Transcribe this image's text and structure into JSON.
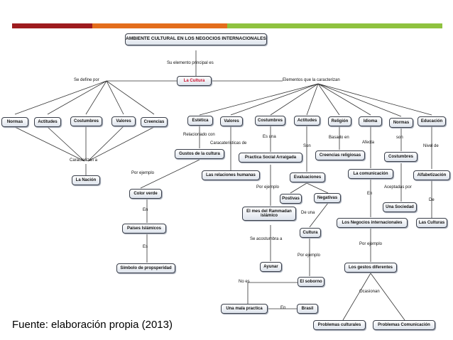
{
  "colors": {
    "bar_red": "#9e1b1e",
    "bar_orange": "#e36d1c",
    "bar_green": "#8fc23f"
  },
  "title": "AMBIENTE CULTURAL EN LOS NEGOCIOS INTERNACIONALES",
  "center": "La Cultura",
  "labels": {
    "principal": "Su elemento principal es",
    "se_define": "Se define por",
    "elementos": "Elementos que la caracterizan",
    "caracterizan": "Caracterizan a",
    "relacionado": "Relacionado con",
    "caracteristicas": "Caracateristicas de",
    "es_una": "Es una",
    "son1": "Son",
    "basado": "Basado en",
    "afecta": "Afecta",
    "son2": "son",
    "nivel": "Nivel de",
    "por_ejemplo1": "Por ejemplo",
    "en1": "En",
    "es1": "Es",
    "por_ejemplo2": "Por ejemplo",
    "de_una": "De una",
    "se_acostumbra": "Se acostumbra a",
    "por_ejemplo3": "Por ejemplo",
    "no_es": "No es",
    "en2": "En",
    "en3": "En",
    "aceptadas": "Aceptadas por",
    "de": "De",
    "por_ejemplo4": "Por ejemplo",
    "ocasionan": "Ocasionan"
  },
  "nodes": {
    "normas1": "Normas",
    "actitudes1": "Actitudes",
    "costumbres1": "Costumbres",
    "valores1": "Valores",
    "creencias": "Creencias",
    "la_nacion": "La Nación",
    "estetica": "Estética",
    "valores2": "Valores",
    "costumbres2": "Costumbres",
    "actitudes2": "Actitudes",
    "religion": "Religión",
    "idioma": "Idioma",
    "normas2": "Normas",
    "educacion": "Educación",
    "gustos": "Gustos de la cultura",
    "relaciones": "Las relaciones humanas",
    "practica": "Practica Social Arraigada",
    "creencias_rel": "Creencias religiosas",
    "evaluaciones": "Evaluaciones",
    "positivas": "Postivas",
    "negativas": "Negativas",
    "comunicacion": "La comunicación",
    "costumbres3": "Costumbres",
    "alfabetizacion": "Alfabetización",
    "una_sociedad": "Una Sociedad",
    "las_culturas": "Las Culturas",
    "color_verde": "Color verde",
    "paises": "Países Islámicos",
    "simbolo": "Símbolo de propsperidad",
    "ramadan": "El mes del Rammadan islámico",
    "ayunar": "Ayunar",
    "cultura": "Cultura",
    "soborno": "El soborno",
    "mala_practica": "Una mala practica",
    "brasil": "Brasil",
    "negocios": "Los Negocios internacionales",
    "gestos": "Los gestos diferentes",
    "prob_cult": "Problemas culturales",
    "prob_com": "Problemas Comunicación"
  },
  "source": "Fuente: elaboración propia (2013)"
}
